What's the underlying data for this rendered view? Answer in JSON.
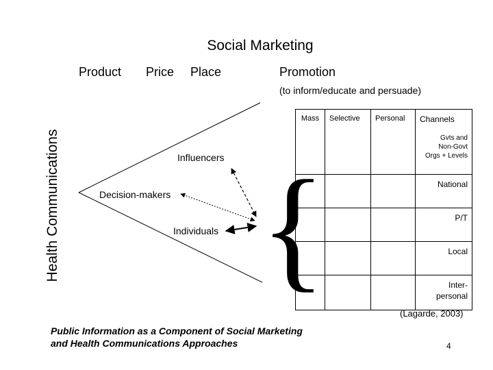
{
  "title": "Social Marketing",
  "marketing_mix": {
    "product": "Product",
    "price": "Price",
    "place": "Place",
    "promotion": "Promotion"
  },
  "promotion_subtitle": "(to inform/educate and persuade)",
  "health_communications": "Health Communications",
  "nodes": {
    "influencers": "Influencers",
    "decision_makers": "Decision-makers",
    "individuals": "Individuals"
  },
  "brace": "{",
  "matrix": {
    "columns": [
      "Mass",
      "Selective",
      "Personal"
    ],
    "channels_header": "Channels",
    "channels_subheader": [
      "Gvts and",
      "Non-Govt",
      "Orgs + Levels"
    ],
    "levels": [
      "National",
      "P/T",
      "Local",
      "Inter-personal"
    ],
    "inter_personal_lines": [
      "Inter-",
      "personal"
    ]
  },
  "citation": "(Lagarde, 2003)",
  "caption": {
    "line1": "Public Information as a Component of Social Marketing",
    "line2": "and Health Communications Approaches"
  },
  "page_number": "4"
}
